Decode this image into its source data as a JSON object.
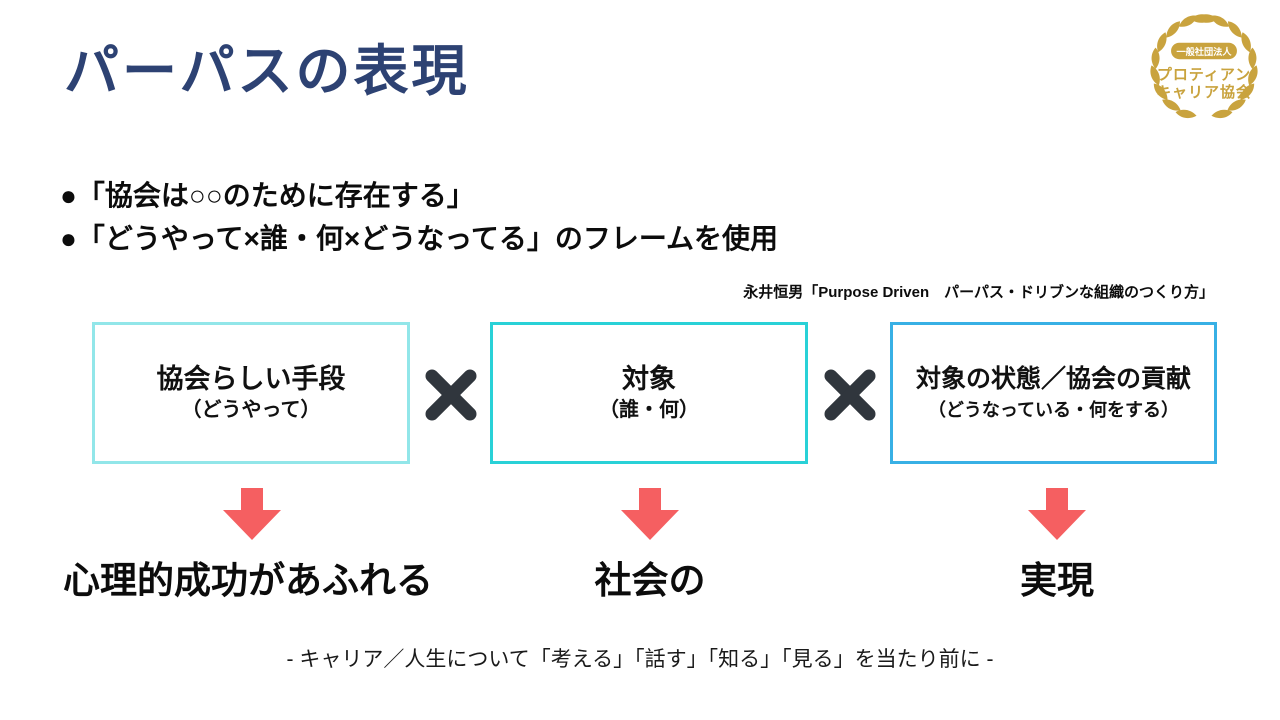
{
  "title": {
    "text": "パーパスの表現",
    "color": "#2d4273"
  },
  "logo": {
    "badge": "一般社団法人",
    "name_line1": "プロティアン",
    "name_line2": "キャリア協会",
    "gold": "#c9a33e"
  },
  "bullets": {
    "line1": "●「協会は○○のために存在する」",
    "line2": "●「どうやって×誰・何×どうなってる」のフレームを使用"
  },
  "citation": "永井恒男「Purpose Driven　パーパス・ドリブンな組織のつくり方」",
  "frame": {
    "boxes": [
      {
        "main": "協会らしい手段",
        "sub": "（どうやって）",
        "border": "#92e6e9"
      },
      {
        "main": "対象",
        "sub": "（誰・何）",
        "border": "#29d1d7"
      },
      {
        "main": "対象の状態／協会の貢献",
        "sub": "（どうなっている・何をする）",
        "border": "#38b0e5"
      }
    ],
    "multiply_color": "#30363d",
    "arrow_color": "#f55f61",
    "results": [
      {
        "text": "心理的成功があふれる"
      },
      {
        "text": "社会の"
      },
      {
        "text": "実現"
      }
    ]
  },
  "footer": "- キャリア／人生について「考える」「話す」「知る」「見る」を当たり前に -"
}
